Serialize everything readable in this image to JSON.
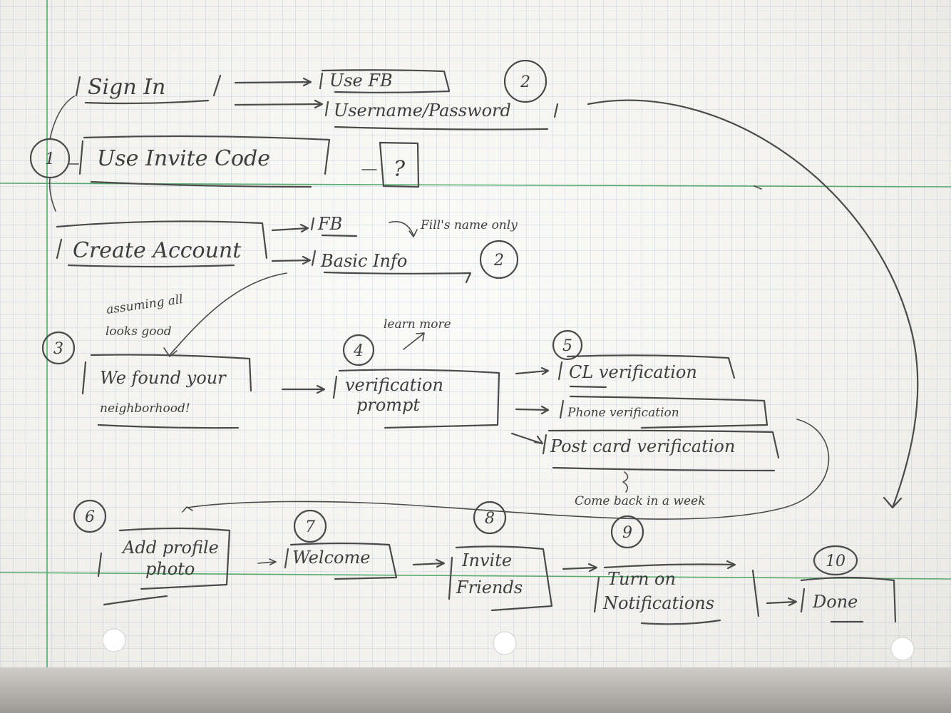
{
  "steps": {
    "s1": "1",
    "s2a": "2",
    "s2b": "2",
    "s3": "3",
    "s4": "4",
    "s5": "5",
    "s6": "6",
    "s7": "7",
    "s8": "8",
    "s9": "9",
    "s10": "10"
  },
  "nodes": {
    "sign_in": "Sign In",
    "use_fb": "Use FB",
    "username_password": "Username/Password",
    "invite_code": "Use Invite Code",
    "unknown": "?",
    "create_account": "Create Account",
    "fb": "FB",
    "basic_info": "Basic Info",
    "found_line1": "We found your",
    "found_line2": "neighborhood!",
    "verification_line1": "verification",
    "verification_line2": "prompt",
    "cl_verification": "CL verification",
    "phone_verification": "Phone verification",
    "postcard_verification": "Post card verification",
    "profile_line1": "Add profile",
    "profile_line2": "photo",
    "welcome": "Welcome",
    "invite_line1": "Invite",
    "invite_line2": "Friends",
    "notif_line1": "Turn on",
    "notif_line2": "Notifications",
    "done": "Done"
  },
  "notes": {
    "fb_name_only": "Fill's name only",
    "assuming_line1": "assuming all",
    "assuming_line2": "looks good",
    "learn_more": "learn more",
    "come_back": "Come back in a week"
  }
}
